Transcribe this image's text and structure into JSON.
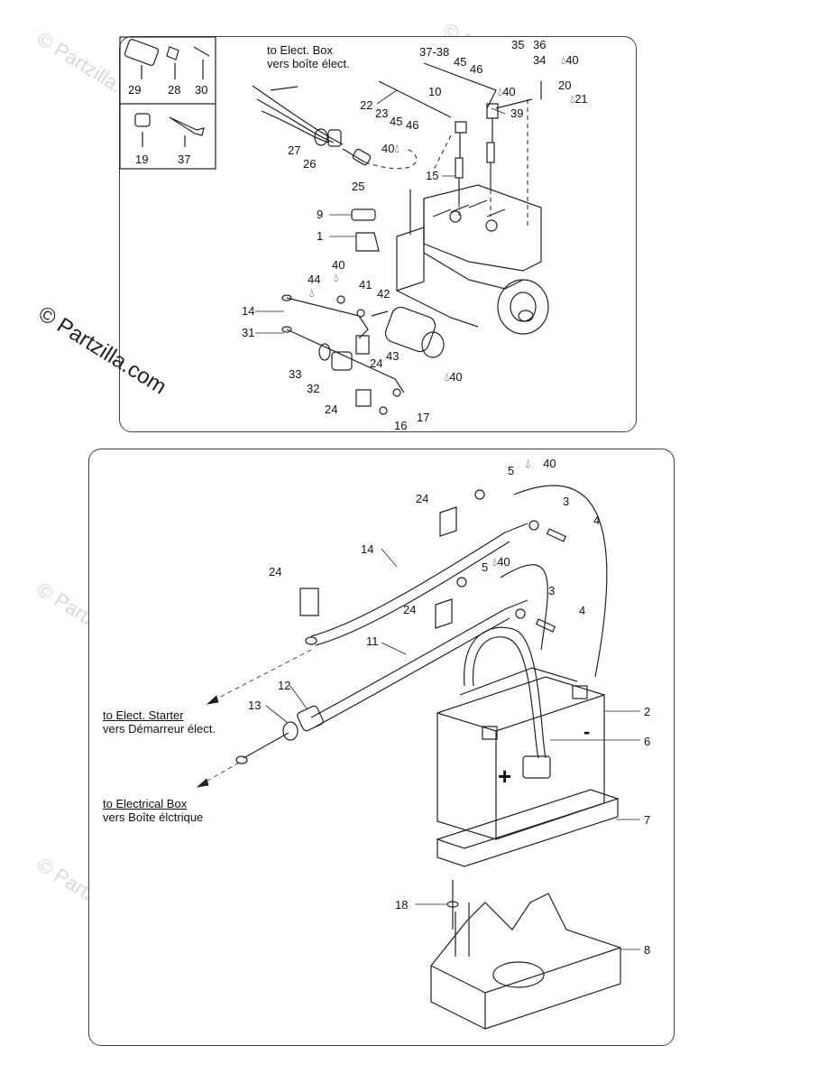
{
  "watermark": {
    "main": "© Partzilla.com",
    "faint": "© Partzilla.com"
  },
  "top_panel": {
    "note_elect_box_en": "to Elect. Box",
    "note_elect_box_fr": "vers boîte élect.",
    "callouts": [
      "29",
      "28",
      "30",
      "19",
      "37",
      "37-38",
      "35",
      "36",
      "34",
      "40",
      "45",
      "46",
      "10",
      "40",
      "20",
      "21",
      "22",
      "23",
      "45",
      "46",
      "39",
      "27",
      "26",
      "40",
      "15",
      "25",
      "9",
      "1",
      "40",
      "44",
      "41",
      "42",
      "14",
      "31",
      "24",
      "43",
      "33",
      "32",
      "40",
      "24",
      "17",
      "16"
    ]
  },
  "bottom_panel": {
    "note_starter_en": "to Elect. Starter",
    "note_starter_fr": "vers Démarreur élect.",
    "note_box_en": "to Electrical Box",
    "note_box_fr": "vers Boîte élctrique",
    "callouts": [
      "5",
      "40",
      "24",
      "3",
      "4",
      "14",
      "5",
      "40",
      "24",
      "24",
      "3",
      "4",
      "11",
      "12",
      "13",
      "2",
      "6",
      "7",
      "18",
      "8"
    ],
    "minus": "-",
    "plus": "+"
  }
}
